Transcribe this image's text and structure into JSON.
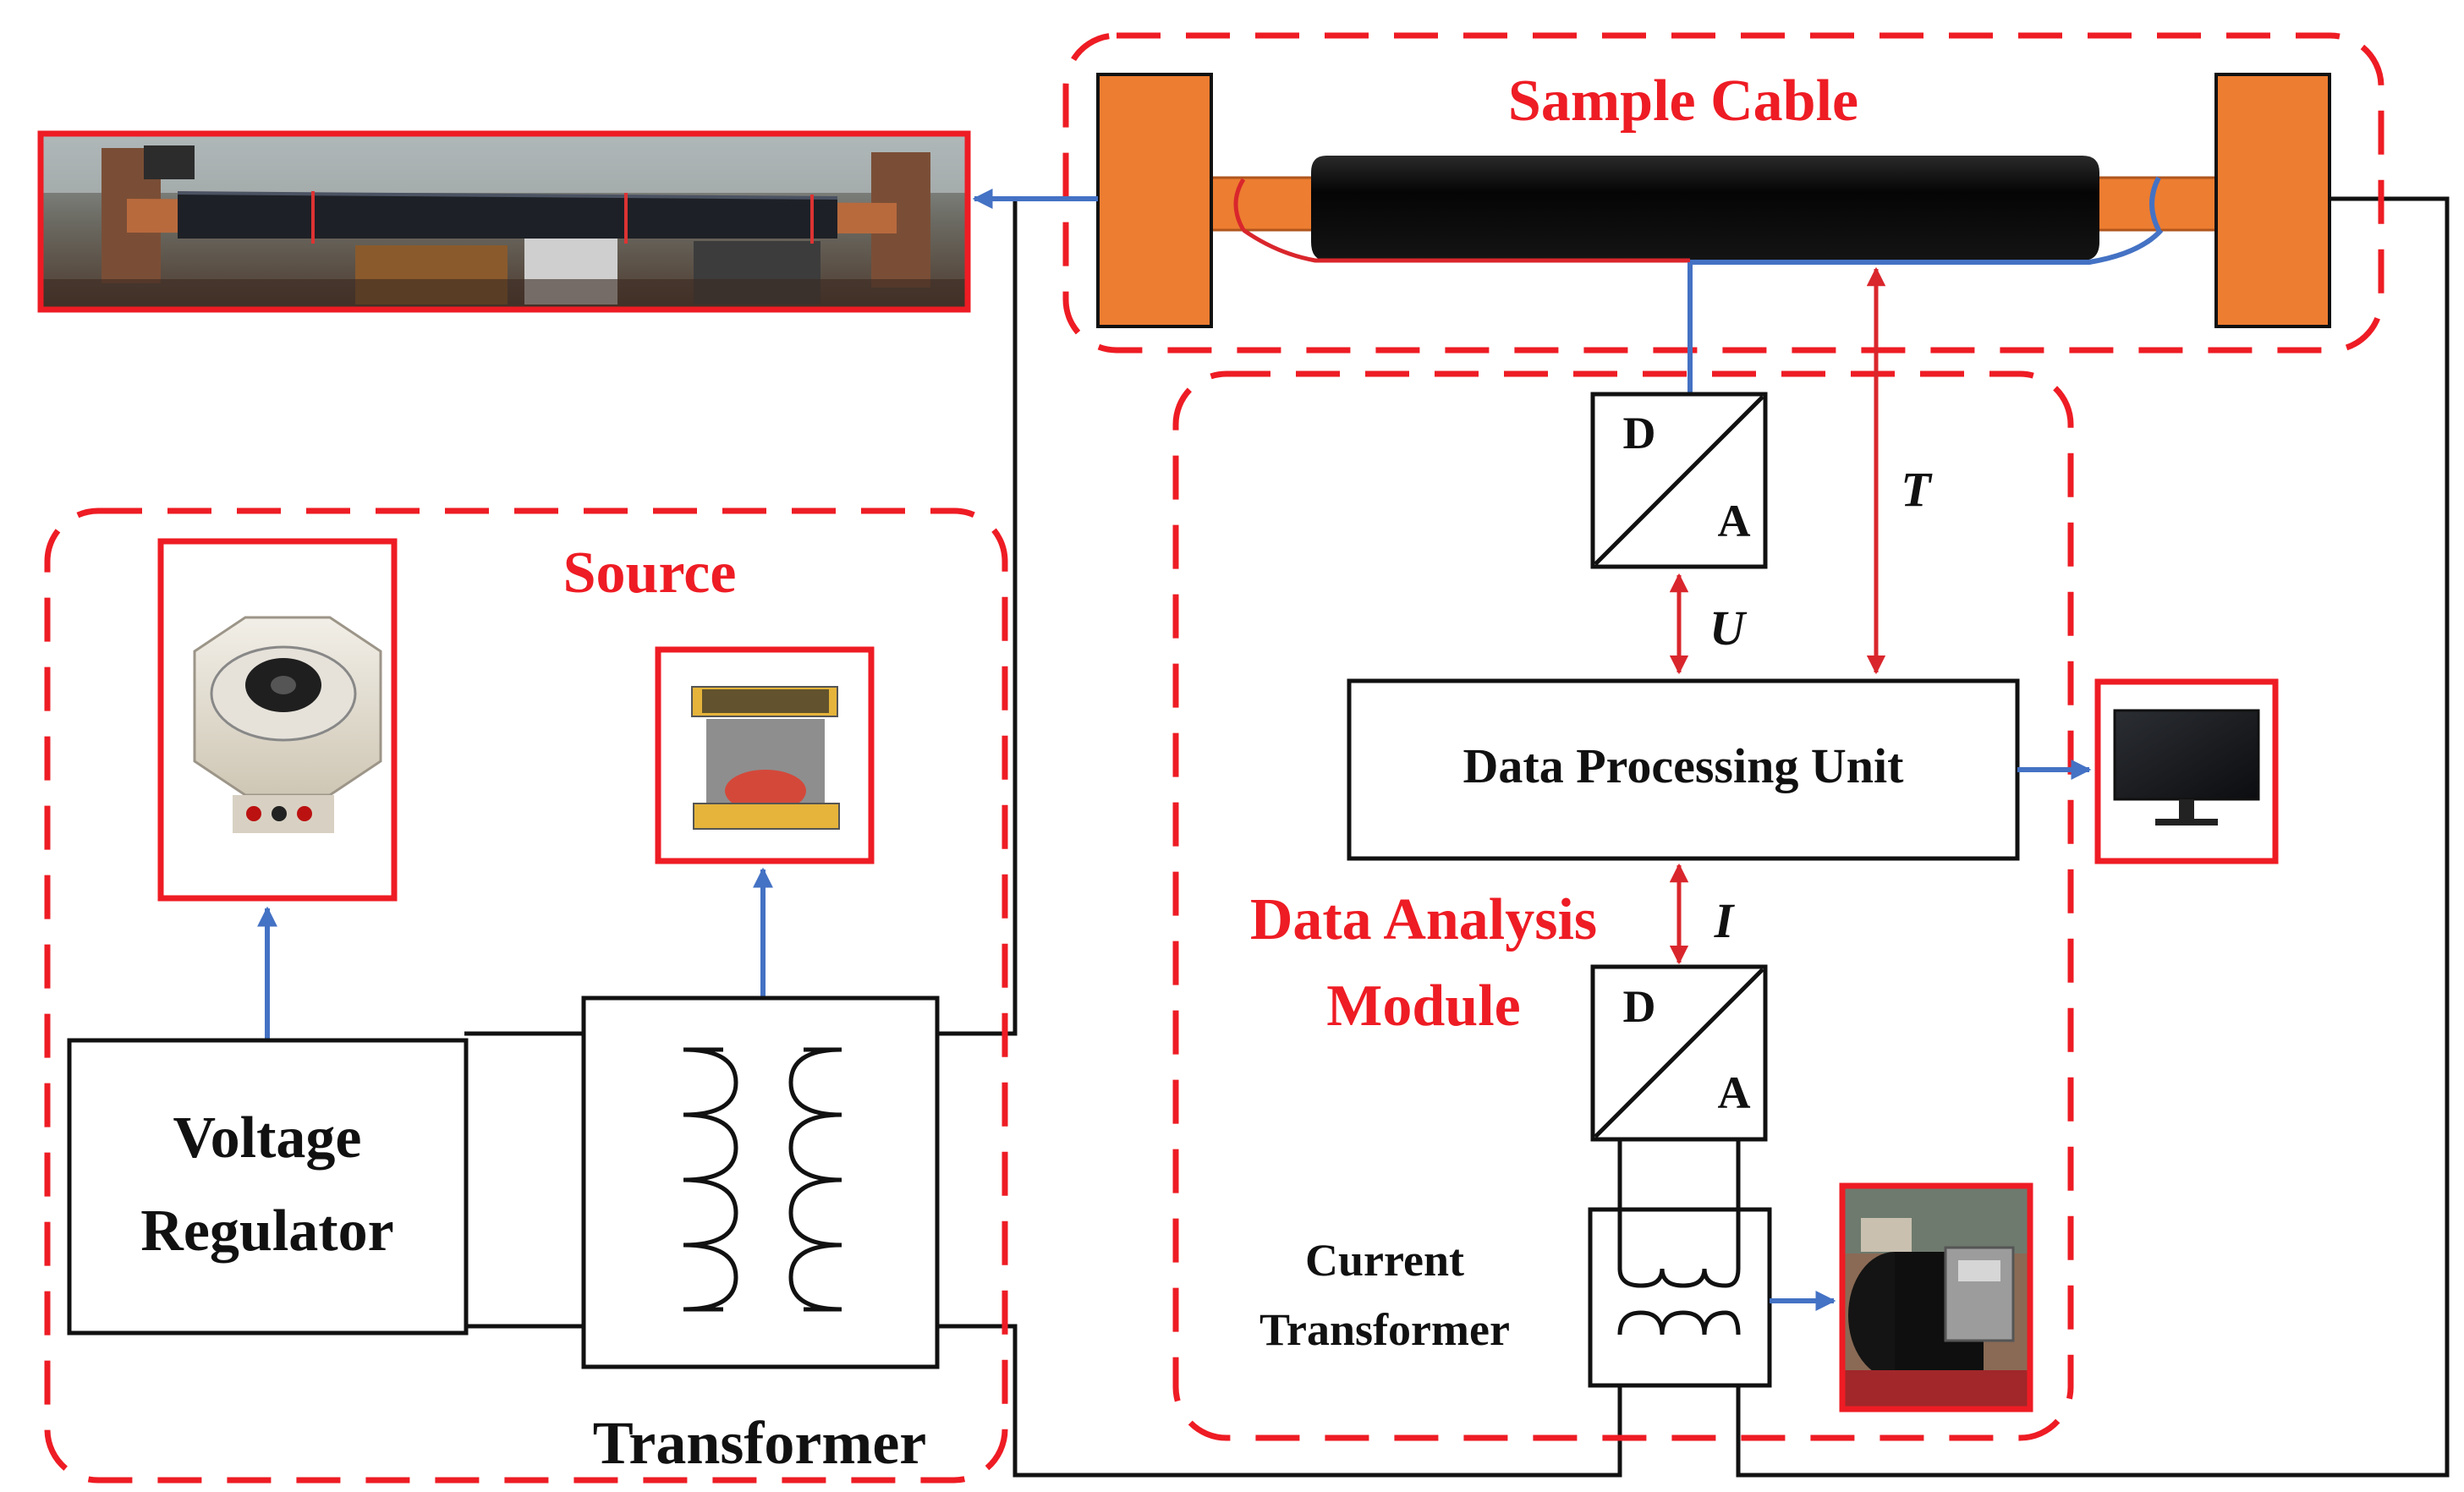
{
  "regions": {
    "sample_cable": "Sample Cable",
    "source": "Source",
    "data_analysis_line1": "Data Analysis",
    "data_analysis_line2": "Module"
  },
  "blocks": {
    "voltage_regulator_line1": "Voltage",
    "voltage_regulator_line2": "Regulator",
    "transformer": "Transformer",
    "data_processing_unit": "Data Processing Unit",
    "current_transformer_line1": "Current",
    "current_transformer_line2": "Transformer"
  },
  "converter_top": {
    "in": "D",
    "out": "A"
  },
  "converter_bottom": {
    "in": "D",
    "out": "A"
  },
  "signals": {
    "voltage": "U",
    "temperature": "T",
    "current": "I"
  },
  "colors": {
    "region_outline": "#ee1c24",
    "terminal": "#ed7d31",
    "cable_jacket": "#111111",
    "link_arrow": "#4472c4",
    "signal_arrow": "#d9262c"
  },
  "icons": {
    "cable_photo": "cable-test-setup-photo",
    "regulator_photo": "variac-photo",
    "transformer_photo": "transformer-photo",
    "monitor_photo": "monitor-photo",
    "ct_photo": "current-transformer-photo"
  }
}
